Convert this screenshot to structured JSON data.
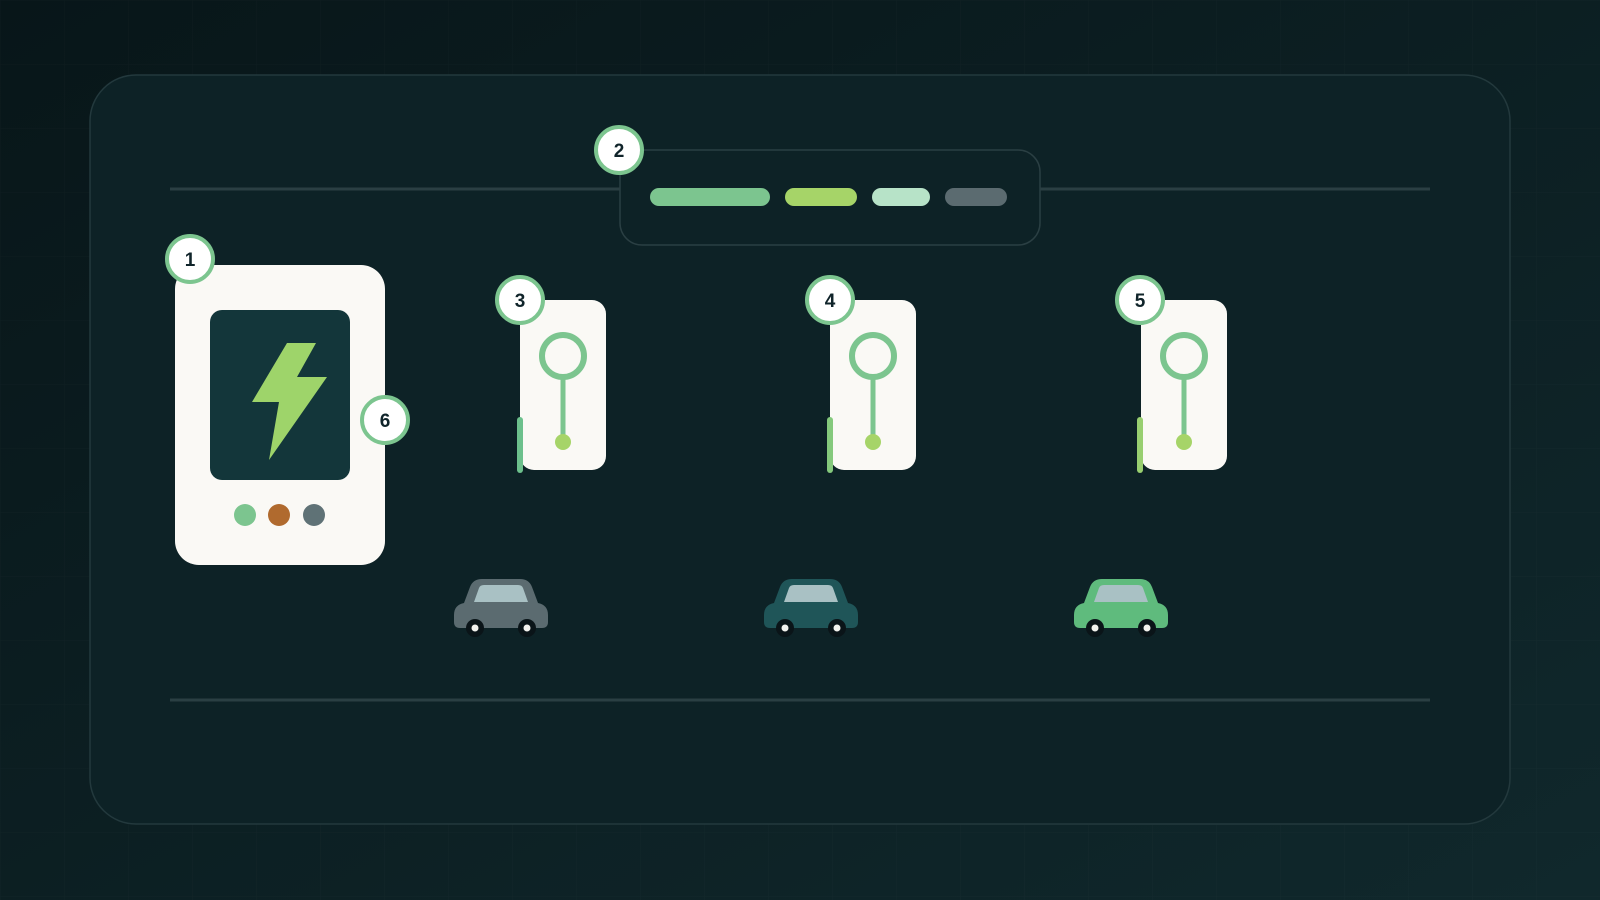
{
  "diagram": {
    "callouts": [
      {
        "id": "hub",
        "label": "1"
      },
      {
        "id": "legend",
        "label": "2"
      },
      {
        "id": "charger-a",
        "label": "3"
      },
      {
        "id": "charger-b",
        "label": "4"
      },
      {
        "id": "charger-c",
        "label": "5"
      },
      {
        "id": "power-line",
        "label": "6"
      }
    ],
    "legend_swatches": [
      {
        "name": "legend-swatch-green",
        "color": "#7cc58f"
      },
      {
        "name": "legend-swatch-lime",
        "color": "#a6d468"
      },
      {
        "name": "legend-swatch-mint",
        "color": "#b7e3c8"
      },
      {
        "name": "legend-swatch-grey",
        "color": "#5b6b70"
      }
    ],
    "hub_status_lights": [
      {
        "name": "status-light-green",
        "color": "#7cc58f"
      },
      {
        "name": "status-light-amber",
        "color": "#b06a2e"
      },
      {
        "name": "status-light-grey",
        "color": "#5f7276"
      }
    ],
    "chargers": [
      {
        "id": "charger-a",
        "icon": "charging-connector-icon"
      },
      {
        "id": "charger-b",
        "icon": "charging-connector-icon"
      },
      {
        "id": "charger-c",
        "icon": "charging-connector-icon"
      }
    ],
    "vehicles": [
      {
        "id": "car-grey",
        "icon": "car-icon",
        "body_color": "#5b6b70"
      },
      {
        "id": "car-teal",
        "icon": "car-icon",
        "body_color": "#1f5558"
      },
      {
        "id": "car-green",
        "icon": "car-icon",
        "body_color": "#5fbb7d"
      }
    ],
    "colors": {
      "background": "#0b1d21",
      "panel": "#0d2226",
      "card": "#faf9f5",
      "hub_screen": "#13363a",
      "accent": "#7cc58f",
      "lime": "#a6d468",
      "bolt": "#9ed46a"
    }
  }
}
